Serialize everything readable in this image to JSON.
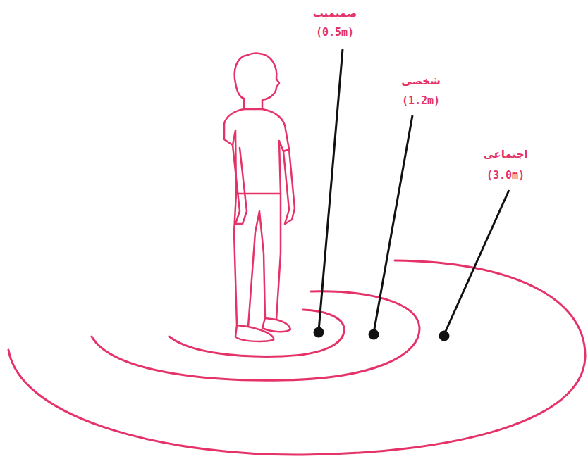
{
  "diagram": {
    "labels": [
      "صمیمیت",
      "(0.5m)",
      "شخصی",
      "(1.2m)",
      "اجتماعی",
      "(3.0m)"
    ]
  }
}
